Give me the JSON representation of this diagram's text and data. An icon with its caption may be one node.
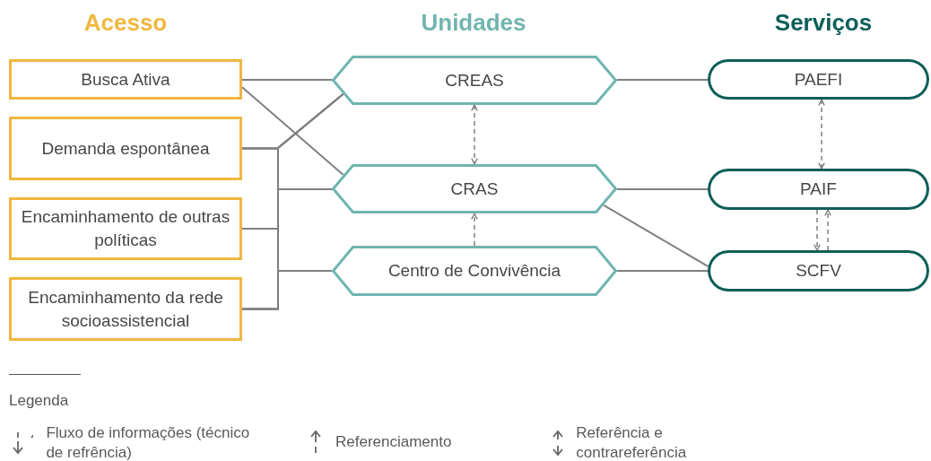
{
  "diagram": {
    "nodes": [
      {
        "text": [
          "Busca Ativa"
        ]
      },
      {
        "text": [
          "Demanda espontânea"
        ]
      },
      {
        "text": [
          "Encaminhamento de outras políticas"
        ]
      },
      {
        "text": [
          "Encaminhamento da rede socioassistencial"
        ]
      },
      {
        "text": [
          "CREAS"
        ]
      },
      {
        "text": [
          "CRAS"
        ]
      },
      {
        "text": [
          "Centro de Convivência"
        ]
      },
      {
        "text": [
          "PAEFI"
        ]
      },
      {
        "text": [
          "PAIF"
        ]
      },
      {
        "text": [
          "SCFV"
        ]
      }
    ],
    "edges": [
      {
        "from": 0,
        "to": 4,
        "arrow": "none"
      },
      {
        "from": 0,
        "to": 5,
        "arrow": "none"
      },
      {
        "from": 1,
        "to": 4,
        "arrow": "none"
      },
      {
        "from": 1,
        "to": 5,
        "arrow": "none"
      },
      {
        "from": 1,
        "to": 6,
        "arrow": "none"
      },
      {
        "from": 2,
        "to": 4,
        "arrow": "none"
      },
      {
        "from": 2,
        "to": 5,
        "arrow": "none"
      },
      {
        "from": 2,
        "to": 6,
        "arrow": "none"
      },
      {
        "from": 3,
        "to": 4,
        "arrow": "none"
      },
      {
        "from": 3,
        "to": 5,
        "arrow": "none"
      },
      {
        "from": 3,
        "to": 6,
        "arrow": "none"
      },
      {
        "from": 4,
        "to": 7,
        "arrow": "none"
      },
      {
        "from": 5,
        "to": 8,
        "arrow": "none"
      },
      {
        "from": 5,
        "to": 9,
        "arrow": "none"
      },
      {
        "from": 6,
        "to": 9,
        "arrow": "none"
      },
      {
        "from": 4,
        "to": 5,
        "arrow": "both",
        "style": "dashed"
      },
      {
        "from": 6,
        "to": 5,
        "arrow": "to",
        "style": "dashed"
      },
      {
        "from": 7,
        "to": 8,
        "arrow": "both",
        "style": "dashed"
      },
      {
        "from": 8,
        "to": 9,
        "arrow": "to",
        "style": "dashed"
      },
      {
        "from": 9,
        "to": 8,
        "arrow": "to",
        "style": "dashed"
      }
    ],
    "labels": [
      "Acesso",
      "Unidades",
      "Serviços",
      "Legenda"
    ],
    "legend": [
      {
        "text": "Fluxo de informações (técnico de refrência)"
      },
      {
        "text": "Referenciamento"
      },
      {
        "text": "Referência e contrareferência"
      }
    ]
  }
}
